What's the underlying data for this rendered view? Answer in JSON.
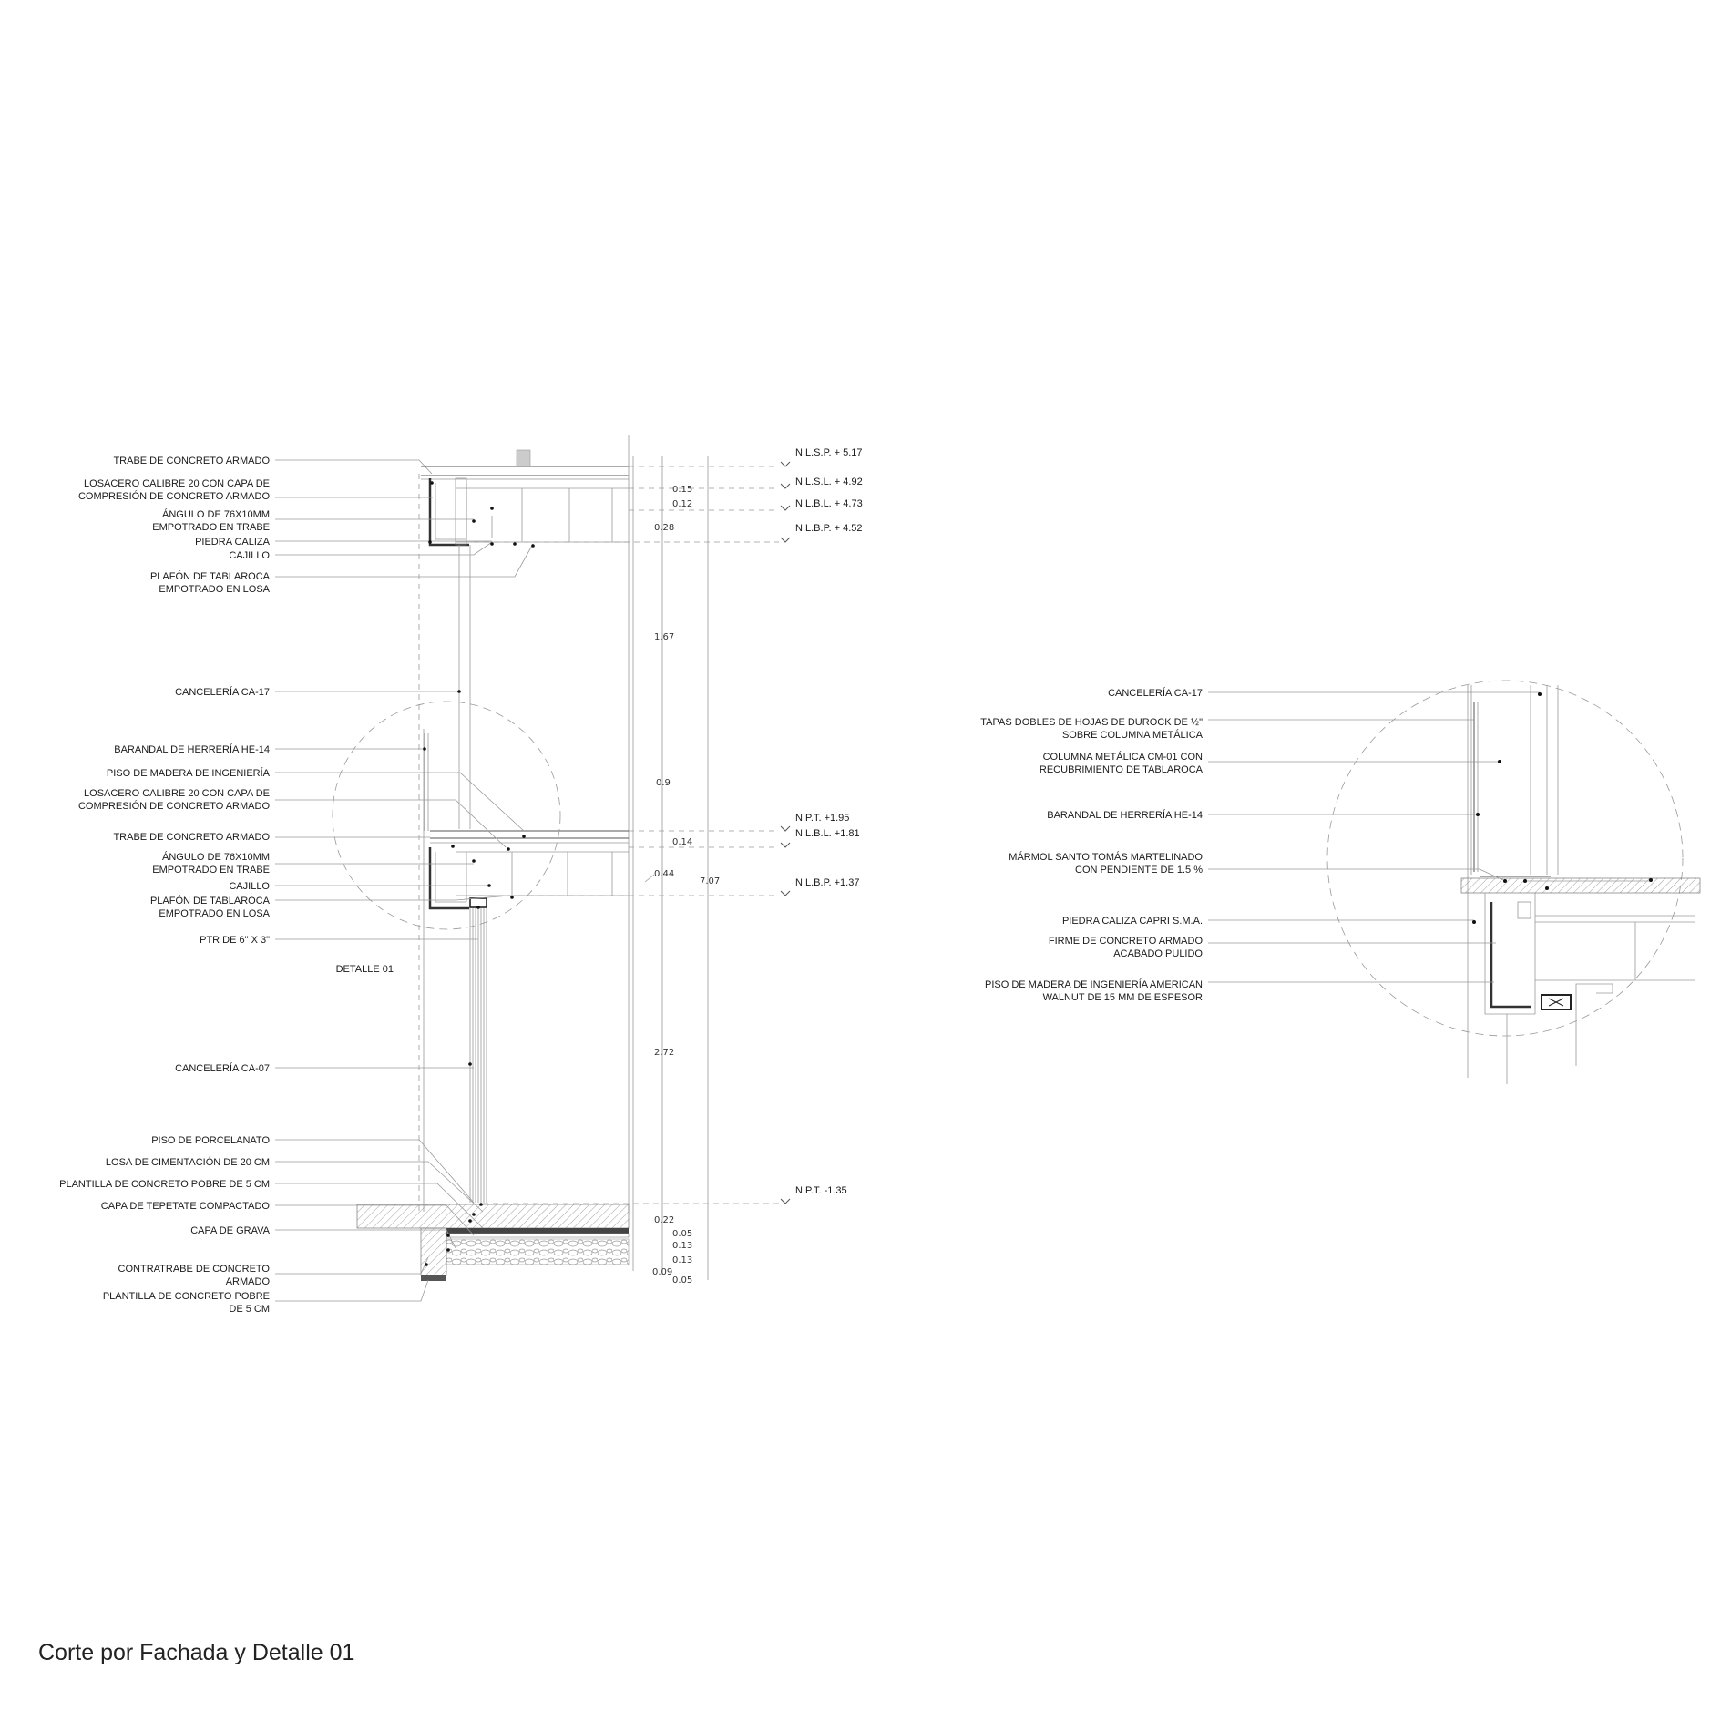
{
  "caption": "Corte por Fachada y Detalle 01",
  "section_labels": [
    {
      "t": [
        "TRABE DE CONCRETO ARMADO"
      ]
    },
    {
      "t": [
        "LOSACERO CALIBRE 20 CON CAPA DE",
        "COMPRESIÓN DE CONCRETO ARMADO"
      ]
    },
    {
      "t": [
        "ÁNGULO DE 76X10MM",
        "EMPOTRADO EN TRABE"
      ]
    },
    {
      "t": [
        "PIEDRA CALIZA"
      ]
    },
    {
      "t": [
        "CAJILLO"
      ]
    },
    {
      "t": [
        "PLAFÓN DE TABLAROCA",
        "EMPOTRADO EN LOSA"
      ]
    },
    {
      "t": [
        "CANCELERÍA CA-17"
      ]
    },
    {
      "t": [
        "BARANDAL DE HERRERÍA HE-14"
      ]
    },
    {
      "t": [
        "PISO DE MADERA DE INGENIERÍA"
      ]
    },
    {
      "t": [
        "LOSACERO CALIBRE 20 CON CAPA DE",
        "COMPRESIÓN DE CONCRETO ARMADO"
      ]
    },
    {
      "t": [
        "TRABE DE CONCRETO ARMADO"
      ]
    },
    {
      "t": [
        "ÁNGULO DE 76X10MM",
        "EMPOTRADO EN TRABE"
      ]
    },
    {
      "t": [
        "CAJILLO"
      ]
    },
    {
      "t": [
        "PLAFÓN DE TABLAROCA",
        "EMPOTRADO EN LOSA"
      ]
    },
    {
      "t": [
        "PTR DE 6\" X 3\""
      ]
    },
    {
      "t": [
        "CANCELERÍA CA-07"
      ]
    },
    {
      "t": [
        "PISO DE PORCELANATO"
      ]
    },
    {
      "t": [
        "LOSA DE CIMENTACIÓN DE 20 CM"
      ]
    },
    {
      "t": [
        "PLANTILLA DE CONCRETO POBRE DE 5 CM"
      ]
    },
    {
      "t": [
        "CAPA DE TEPETATE COMPACTADO"
      ]
    },
    {
      "t": [
        "CAPA DE GRAVA"
      ]
    },
    {
      "t": [
        "CONTRATRABE DE CONCRETO",
        "ARMADO"
      ]
    },
    {
      "t": [
        "PLANTILLA DE CONCRETO POBRE",
        "DE 5 CM"
      ]
    }
  ],
  "detail_title": "DETALLE 01",
  "levels": [
    "N.L.S.P. + 5.17",
    "N.L.S.L. + 4.92",
    "N.L.B.L. + 4.73",
    "N.L.B.P. + 4.52",
    "N.P.T. +1.95",
    "N.L.B.L. +1.81",
    "N.L.B.P. +1.37",
    "N.P.T. -1.35"
  ],
  "dimensions": [
    "0.15",
    "0.12",
    "0.28",
    "1.67",
    "0.9",
    "0.14",
    "0.44",
    "7.07",
    "2.72",
    "0.22",
    "0.05",
    "0.13",
    "0.13",
    "0.09",
    "0.05"
  ],
  "detail_labels": [
    {
      "t": [
        "CANCELERÍA CA-17"
      ]
    },
    {
      "t": [
        "TAPAS DOBLES DE HOJAS DE DUROCK DE ½\"",
        "SOBRE COLUMNA METÁLICA"
      ]
    },
    {
      "t": [
        "COLUMNA METÁLICA CM-01 CON",
        "RECUBRIMIENTO DE TABLAROCA"
      ]
    },
    {
      "t": [
        "BARANDAL DE HERRERÍA HE-14"
      ]
    },
    {
      "t": [
        "MÁRMOL SANTO TOMÁS MARTELINADO",
        "CON PENDIENTE DE 1.5 %"
      ]
    },
    {
      "t": [
        "PIEDRA CALIZA CAPRI S.M.A."
      ]
    },
    {
      "t": [
        "FIRME DE CONCRETO ARMADO",
        "ACABADO PULIDO"
      ]
    },
    {
      "t": [
        "PISO DE MADERA DE INGENIERÍA AMERICAN",
        "WALNUT DE 15 MM DE ESPESOR"
      ]
    }
  ]
}
